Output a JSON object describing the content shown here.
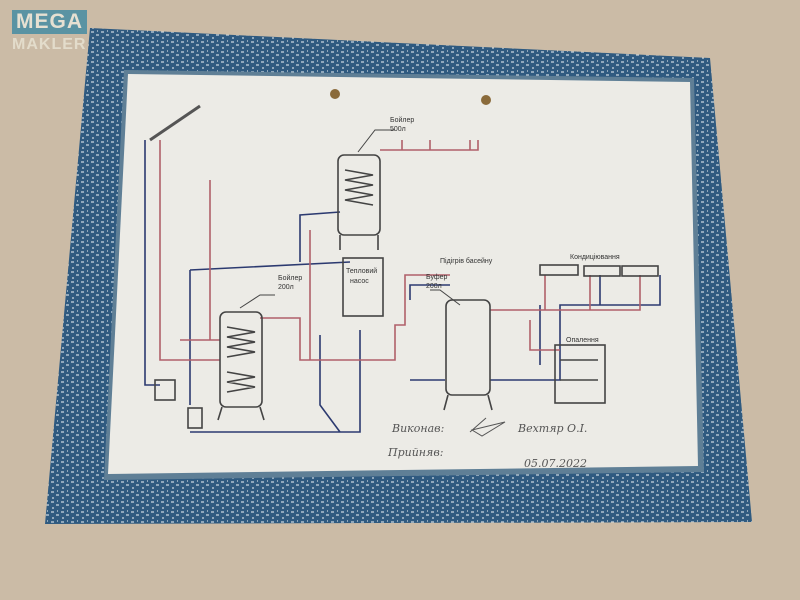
{
  "logo": {
    "line1": "MEGA",
    "line2": "MAKLER"
  },
  "diagram": {
    "boiler_500": {
      "title": "Бойлер",
      "volume": "500л"
    },
    "heat_pump": {
      "line1": "Тепловий",
      "line2": "насос"
    },
    "pool_heating": "Підігрів басейну",
    "buffer": {
      "title": "Буфер",
      "volume": "200л"
    },
    "conditioning": "Кондиціювання",
    "heating": "Опалення",
    "boiler_200": {
      "title": "Бойлер",
      "volume": "200л"
    }
  },
  "signoff": {
    "executed_label": "Виконав:",
    "executed_name": "Вехтяр О.І.",
    "accepted_label": "Прийняв:",
    "date": "05.07.2022"
  },
  "colors": {
    "frame": "#2f5a80",
    "hot_pipe": "#b0606a",
    "cold_pipe": "#2c3a70",
    "wall": "#cbbba6"
  }
}
